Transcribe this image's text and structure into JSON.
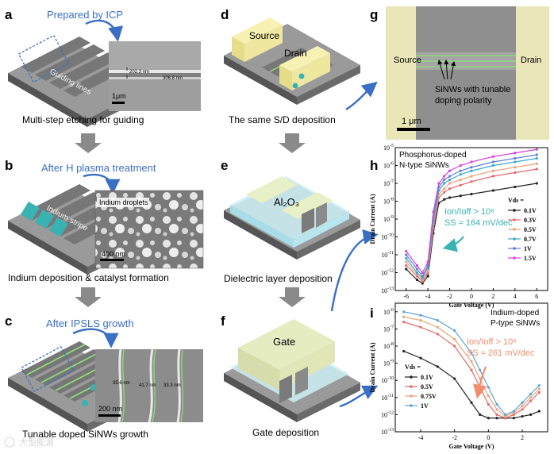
{
  "panels": {
    "a": {
      "letter": "a",
      "title": "Prepared by ICP",
      "device_label": "Guiding lines",
      "sem_labels": [
        "202.3 nm",
        "306.8 nm"
      ],
      "scale": "1μm",
      "caption": "Multi-step etching for guiding"
    },
    "b": {
      "letter": "b",
      "title": "After H plasma treatment",
      "device_label": "Indium stripe",
      "sem_title": "Indium droplets",
      "scale": "400 nm",
      "caption": "Indium deposition & catalyst formation"
    },
    "c": {
      "letter": "c",
      "title": "After IPSLS growth",
      "sem_labels": [
        "35.6 nm",
        "41.7 nm",
        "33.3 nm"
      ],
      "scale": "200 nm",
      "caption": "Tunable doped SiNWs growth"
    },
    "d": {
      "letter": "d",
      "source": "Source",
      "drain": "Drain",
      "caption": "The same S/D deposition"
    },
    "e": {
      "letter": "e",
      "oxide": "Al₂O₃",
      "caption": "Dielectric layer deposition"
    },
    "f": {
      "letter": "f",
      "gate": "Gate",
      "caption": "Gate deposition"
    },
    "g": {
      "letter": "g",
      "source": "Source",
      "drain": "Drain",
      "annotation_l1": "SiNWs with tunable",
      "annotation_l2": "doping polarity",
      "scale": "1 μm"
    },
    "watermark": "大型能源"
  },
  "chart_data": [
    {
      "panel": "h",
      "type": "line",
      "legend": [
        "Phosphorus-doped",
        "N-type SiNWs"
      ],
      "xlabel": "Gate Voltage (V)",
      "ylabel": "Drain Current (A)",
      "xlim": [
        -7,
        7
      ],
      "ylim": [
        -13,
        -5
      ],
      "yscale": "log",
      "xticks": [
        -6,
        -4,
        -2,
        0,
        2,
        4,
        6
      ],
      "yticks": [
        -5,
        -6,
        -7,
        -8,
        -9,
        -10,
        -11,
        -12,
        -13
      ],
      "annotation_ratio": "Ion/Ioff > 10⁶",
      "annotation_ss": "SS ≈ 164 mV/dec",
      "legend_title": "Vds =",
      "x": [
        -6,
        -5,
        -4.5,
        -4,
        -3.5,
        -3,
        -2.5,
        -2,
        -1,
        0,
        2,
        4,
        6
      ],
      "series": [
        {
          "name": "0.1V",
          "color": "#222222",
          "values": [
            -11.8,
            -12.4,
            -12.6,
            -12.2,
            -9.8,
            -8.1,
            -7.9,
            -7.8,
            -7.7,
            -7.6,
            -7.4,
            -7.2,
            -7.0
          ]
        },
        {
          "name": "0.3V",
          "color": "#e06c6c",
          "values": [
            -11.6,
            -12.2,
            -12.5,
            -12.0,
            -9.5,
            -7.8,
            -7.5,
            -7.3,
            -7.1,
            -6.9,
            -6.6,
            -6.4,
            -6.2
          ]
        },
        {
          "name": "0.5V",
          "color": "#e8a57c",
          "values": [
            -11.4,
            -12.1,
            -12.4,
            -11.9,
            -9.3,
            -7.6,
            -7.3,
            -7.0,
            -6.8,
            -6.6,
            -6.3,
            -6.1,
            -5.9
          ]
        },
        {
          "name": "0.7V",
          "color": "#3ca9c7",
          "values": [
            -11.2,
            -12.0,
            -12.3,
            -11.7,
            -9.1,
            -7.4,
            -7.0,
            -6.8,
            -6.5,
            -6.3,
            -6.0,
            -5.8,
            -5.6
          ]
        },
        {
          "name": "1V",
          "color": "#5f7fd4",
          "values": [
            -11.0,
            -11.8,
            -12.2,
            -11.6,
            -8.9,
            -7.2,
            -6.8,
            -6.6,
            -6.3,
            -6.1,
            -5.8,
            -5.6,
            -5.4
          ]
        },
        {
          "name": "1.5V",
          "color": "#d943d9",
          "values": [
            -10.8,
            -11.6,
            -12.0,
            -11.4,
            -8.6,
            -7.0,
            -6.6,
            -6.3,
            -6.0,
            -5.8,
            -5.5,
            -5.3,
            -5.1
          ]
        }
      ]
    },
    {
      "panel": "i",
      "type": "line",
      "legend": [
        "Indium-doped",
        "P-type SiNWs"
      ],
      "xlabel": "Gate Voltage (V)",
      "ylabel": "Drain Current (A)",
      "xlim": [
        -5.5,
        3.5
      ],
      "ylim": [
        -13,
        -5.5
      ],
      "yscale": "log",
      "xticks": [
        -4,
        -2,
        0,
        2
      ],
      "yticks": [
        -6,
        -7,
        -8,
        -9,
        -10,
        -11,
        -12,
        -13
      ],
      "annotation_ratio": "Ion/Ioff > 10⁶",
      "annotation_ss": "SS ≈ 261 mV/dec",
      "legend_title": "Vds =",
      "x": [
        -5,
        -4,
        -3,
        -2,
        -1,
        -0.5,
        0,
        0.5,
        1,
        1.5,
        2,
        2.5,
        3
      ],
      "series": [
        {
          "name": "0.1V",
          "color": "#222222",
          "values": [
            -8.3,
            -8.7,
            -9.2,
            -9.9,
            -11.3,
            -12.0,
            -12.2,
            -12.2,
            -12.2,
            -12.2,
            -12.1,
            -12.0,
            -11.8
          ]
        },
        {
          "name": "0.5V",
          "color": "#e06c6c",
          "values": [
            -6.6,
            -6.9,
            -7.3,
            -8.0,
            -9.4,
            -10.4,
            -11.4,
            -12.0,
            -12.2,
            -12.0,
            -11.7,
            -11.2,
            -10.7
          ]
        },
        {
          "name": "0.75V",
          "color": "#e8a57c",
          "values": [
            -6.3,
            -6.5,
            -6.9,
            -7.6,
            -8.9,
            -9.9,
            -10.9,
            -11.7,
            -12.1,
            -11.9,
            -11.5,
            -11.0,
            -10.5
          ]
        },
        {
          "name": "1V",
          "color": "#5fa3d4",
          "values": [
            -6.0,
            -6.2,
            -6.5,
            -7.1,
            -8.4,
            -9.4,
            -10.4,
            -11.4,
            -12.0,
            -11.8,
            -11.3,
            -10.8,
            -10.3
          ]
        }
      ]
    }
  ]
}
